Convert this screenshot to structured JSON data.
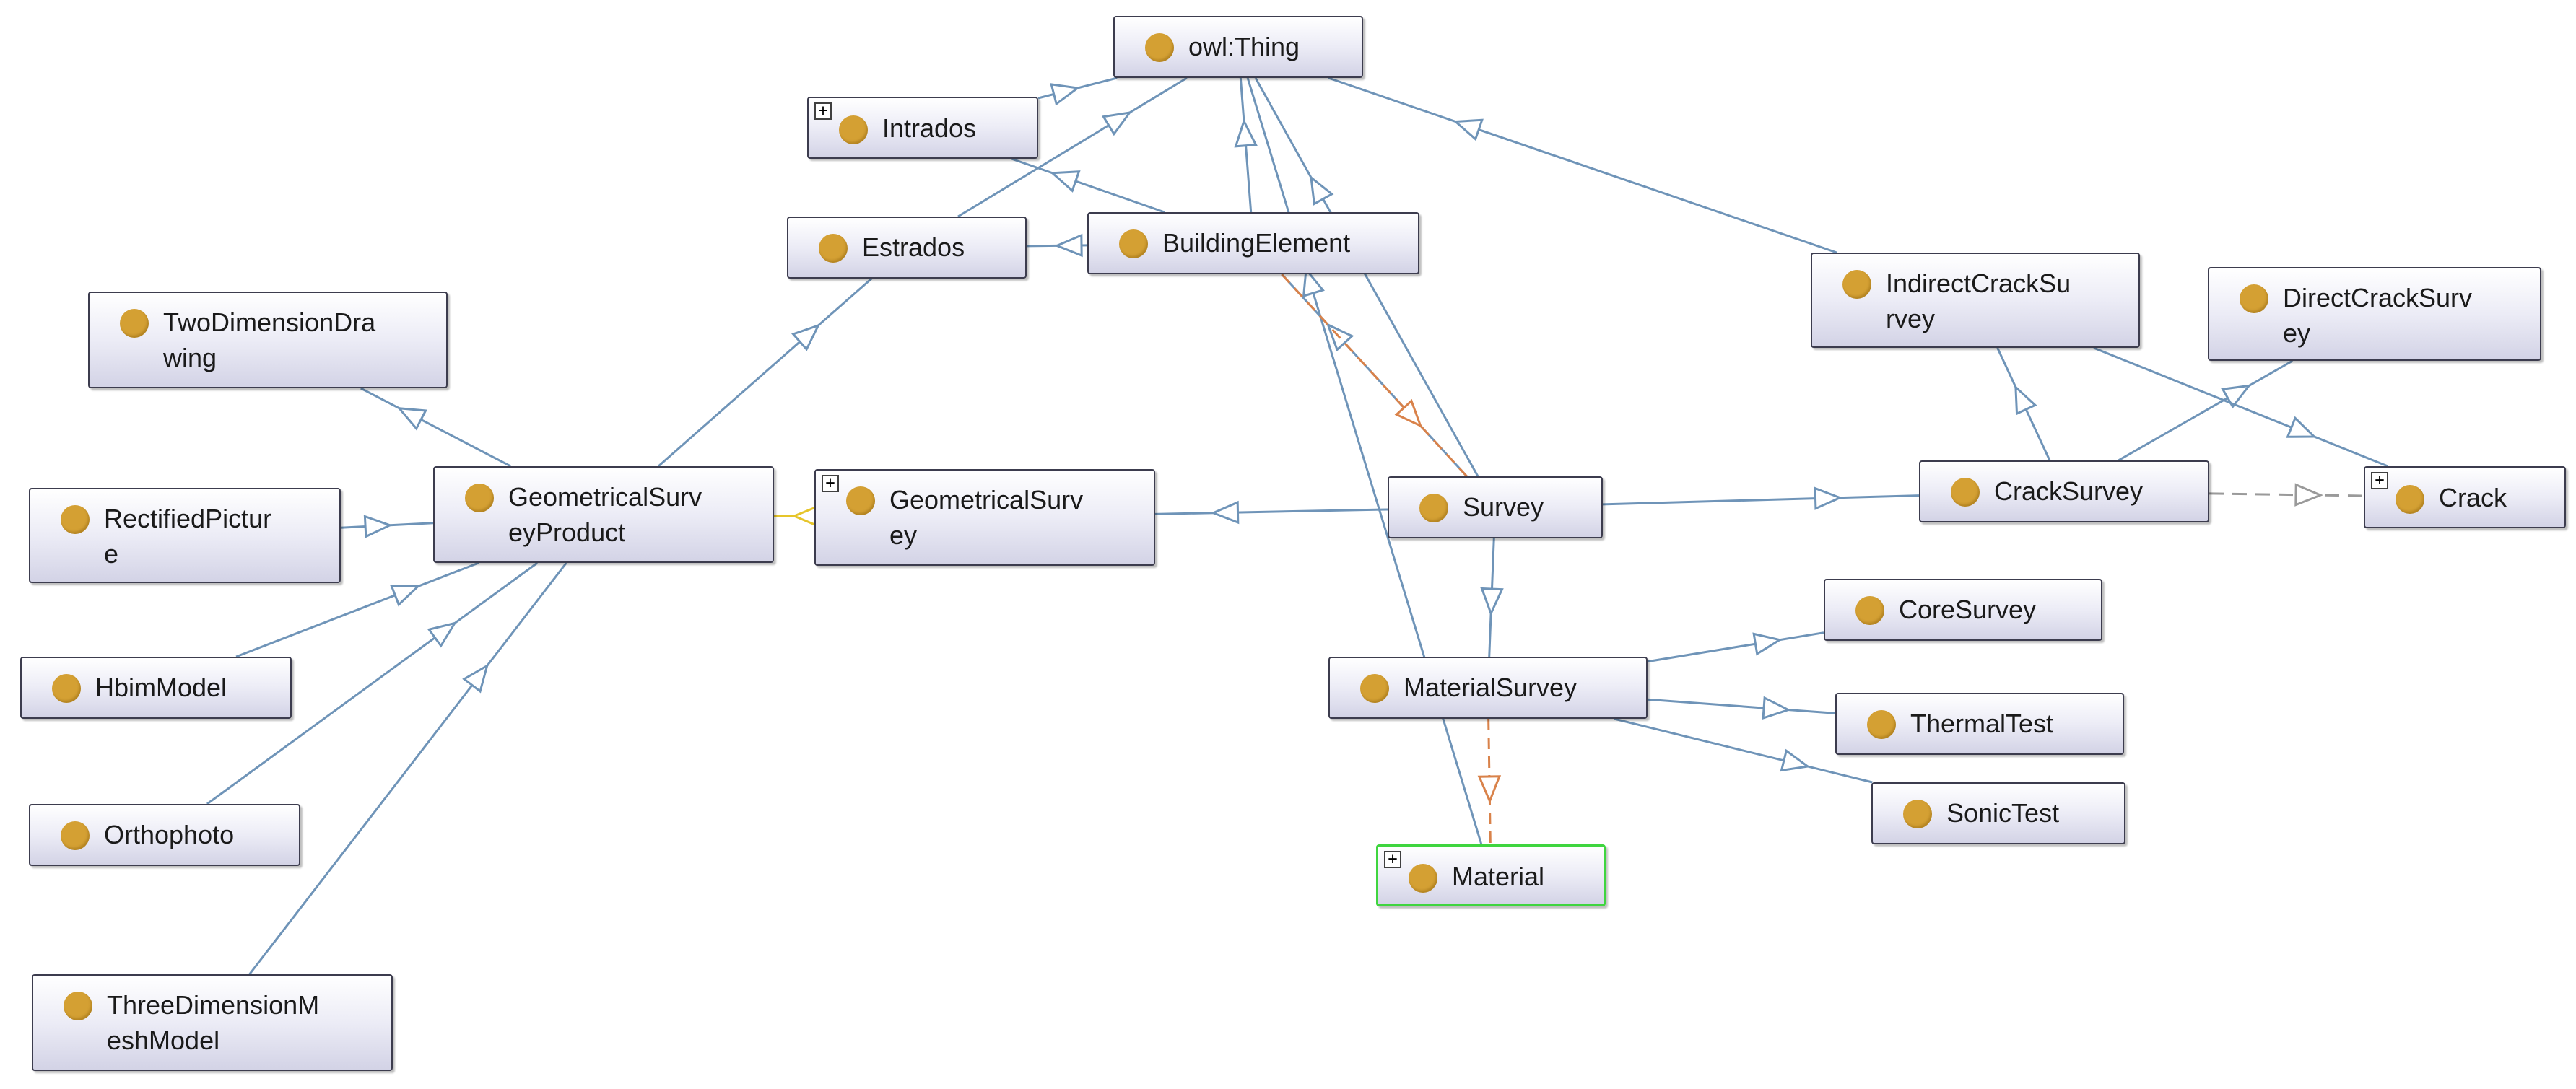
{
  "nodes": [
    {
      "id": "owl-thing",
      "lines": [
        "owl:Thing"
      ],
      "expand": false,
      "selected": false
    },
    {
      "id": "intrados",
      "lines": [
        "Intrados"
      ],
      "expand": true,
      "selected": false
    },
    {
      "id": "estrados",
      "lines": [
        "Estrados"
      ],
      "expand": false,
      "selected": false
    },
    {
      "id": "building-element",
      "lines": [
        "BuildingElement"
      ],
      "expand": false,
      "selected": false
    },
    {
      "id": "indirect-crack-survey",
      "lines": [
        "IndirectCrackSu",
        "rvey"
      ],
      "expand": false,
      "selected": false
    },
    {
      "id": "direct-crack-survey",
      "lines": [
        "DirectCrackSurv",
        "ey"
      ],
      "expand": false,
      "selected": false
    },
    {
      "id": "two-dimension-drawing",
      "lines": [
        "TwoDimensionDra",
        "wing"
      ],
      "expand": false,
      "selected": false
    },
    {
      "id": "rectified-picture",
      "lines": [
        "RectifiedPictur",
        "e"
      ],
      "expand": false,
      "selected": false
    },
    {
      "id": "geometrical-survey-product",
      "lines": [
        "GeometricalSurv",
        "eyProduct"
      ],
      "expand": false,
      "selected": false
    },
    {
      "id": "geometrical-survey",
      "lines": [
        "GeometricalSurv",
        "ey"
      ],
      "expand": true,
      "selected": false
    },
    {
      "id": "survey",
      "lines": [
        "Survey"
      ],
      "expand": false,
      "selected": false
    },
    {
      "id": "crack-survey",
      "lines": [
        "CrackSurvey"
      ],
      "expand": false,
      "selected": false
    },
    {
      "id": "crack",
      "lines": [
        "Crack"
      ],
      "expand": true,
      "selected": false
    },
    {
      "id": "hbim-model",
      "lines": [
        "HbimModel"
      ],
      "expand": false,
      "selected": false
    },
    {
      "id": "core-survey",
      "lines": [
        "CoreSurvey"
      ],
      "expand": false,
      "selected": false
    },
    {
      "id": "material-survey",
      "lines": [
        "MaterialSurvey"
      ],
      "expand": false,
      "selected": false
    },
    {
      "id": "thermal-test",
      "lines": [
        "ThermalTest"
      ],
      "expand": false,
      "selected": false
    },
    {
      "id": "orthophoto",
      "lines": [
        "Orthophoto"
      ],
      "expand": false,
      "selected": false
    },
    {
      "id": "sonic-test",
      "lines": [
        "SonicTest"
      ],
      "expand": false,
      "selected": false
    },
    {
      "id": "material",
      "lines": [
        "Material"
      ],
      "expand": true,
      "selected": true
    },
    {
      "id": "three-dimension-mesh-model",
      "lines": [
        "ThreeDimensionM",
        "eshModel"
      ],
      "expand": false,
      "selected": false
    }
  ],
  "edges": [
    {
      "from": "intrados",
      "to": "owl-thing",
      "kind": "subclass"
    },
    {
      "from": "estrados",
      "to": "owl-thing",
      "kind": "subclass"
    },
    {
      "from": "building-element",
      "to": "owl-thing",
      "kind": "subclass"
    },
    {
      "from": "survey",
      "to": "owl-thing",
      "kind": "subclass"
    },
    {
      "from": "material",
      "to": "owl-thing",
      "kind": "subclass"
    },
    {
      "from": "indirect-crack-survey",
      "to": "owl-thing",
      "kind": "subclass"
    },
    {
      "from": "building-element",
      "to": "intrados",
      "kind": "subclass"
    },
    {
      "from": "building-element",
      "to": "estrados",
      "kind": "subclass"
    },
    {
      "from": "geometrical-survey-product",
      "to": "estrados",
      "kind": "subclass"
    },
    {
      "from": "survey",
      "to": "building-element",
      "kind": "subclass"
    },
    {
      "from": "building-element",
      "to": "survey",
      "kind": "property"
    },
    {
      "from": "geometrical-survey-product",
      "to": "two-dimension-drawing",
      "kind": "subclass"
    },
    {
      "from": "rectified-picture",
      "to": "geometrical-survey-product",
      "kind": "subclass"
    },
    {
      "from": "hbim-model",
      "to": "geometrical-survey-product",
      "kind": "subclass"
    },
    {
      "from": "orthophoto",
      "to": "geometrical-survey-product",
      "kind": "subclass"
    },
    {
      "from": "three-dimension-mesh-model",
      "to": "geometrical-survey-product",
      "kind": "subclass"
    },
    {
      "from": "geometrical-survey",
      "to": "geometrical-survey-product",
      "kind": "equivalent"
    },
    {
      "from": "survey",
      "to": "geometrical-survey",
      "kind": "subclass"
    },
    {
      "from": "survey",
      "to": "crack-survey",
      "kind": "subclass"
    },
    {
      "from": "survey",
      "to": "material-survey",
      "kind": "subclass"
    },
    {
      "from": "crack-survey",
      "to": "indirect-crack-survey",
      "kind": "subclass"
    },
    {
      "from": "crack-survey",
      "to": "direct-crack-survey",
      "kind": "subclass"
    },
    {
      "from": "indirect-crack-survey",
      "to": "crack",
      "kind": "subclass"
    },
    {
      "from": "crack-survey",
      "to": "crack",
      "kind": "dashed-grey"
    },
    {
      "from": "material-survey",
      "to": "core-survey",
      "kind": "subclass"
    },
    {
      "from": "material-survey",
      "to": "thermal-test",
      "kind": "subclass"
    },
    {
      "from": "material-survey",
      "to": "sonic-test",
      "kind": "subclass"
    },
    {
      "from": "material-survey",
      "to": "material",
      "kind": "property"
    }
  ]
}
